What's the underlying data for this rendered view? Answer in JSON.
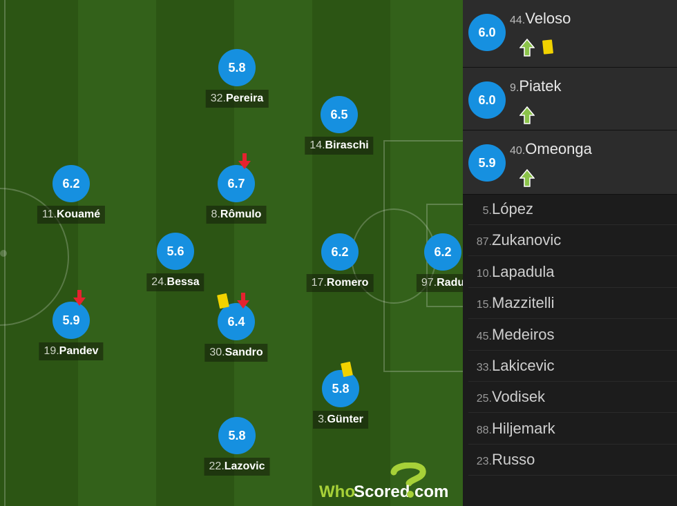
{
  "pitch_players": [
    {
      "num": "32.",
      "name": "Pereira",
      "rating": "5.8",
      "events": []
    },
    {
      "num": "14.",
      "name": "Biraschi",
      "rating": "6.5",
      "events": []
    },
    {
      "num": "11.",
      "name": "Kouamé",
      "rating": "6.2",
      "events": []
    },
    {
      "num": "8.",
      "name": "Rômulo",
      "rating": "6.7",
      "events": [
        "sub-off-arrow"
      ]
    },
    {
      "num": "24.",
      "name": "Bessa",
      "rating": "5.6",
      "events": []
    },
    {
      "num": "17.",
      "name": "Romero",
      "rating": "6.2",
      "events": []
    },
    {
      "num": "97.",
      "name": "Radu",
      "rating": "6.2",
      "events": []
    },
    {
      "num": "19.",
      "name": "Pandev",
      "rating": "5.9",
      "events": [
        "sub-off-arrow"
      ]
    },
    {
      "num": "30.",
      "name": "Sandro",
      "rating": "6.4",
      "events": [
        "yellow-card",
        "sub-off-arrow"
      ]
    },
    {
      "num": "3.",
      "name": "Günter",
      "rating": "5.8",
      "events": [
        "yellow-card"
      ]
    },
    {
      "num": "22.",
      "name": "Lazovic",
      "rating": "5.8",
      "events": []
    }
  ],
  "substitutes_used": [
    {
      "num": "44.",
      "name": "Veloso",
      "rating": "6.0",
      "events": [
        "sub-on-arrow",
        "yellow-card"
      ]
    },
    {
      "num": "9.",
      "name": "Piatek",
      "rating": "6.0",
      "events": [
        "sub-on-arrow"
      ]
    },
    {
      "num": "40.",
      "name": "Omeonga",
      "rating": "5.9",
      "events": [
        "sub-on-arrow"
      ]
    }
  ],
  "bench": [
    {
      "num": "5.",
      "name": "López"
    },
    {
      "num": "87.",
      "name": "Zukanovic"
    },
    {
      "num": "10.",
      "name": "Lapadula"
    },
    {
      "num": "15.",
      "name": "Mazzitelli"
    },
    {
      "num": "45.",
      "name": "Medeiros"
    },
    {
      "num": "33.",
      "name": "Lakicevic"
    },
    {
      "num": "25.",
      "name": "Vodisek"
    },
    {
      "num": "88.",
      "name": "Hiljemark"
    },
    {
      "num": "23.",
      "name": "Russo"
    }
  ],
  "logo": {
    "text": "WhoScored.com"
  },
  "colors": {
    "rating_bg": "#1690e0",
    "sub_on": "#8bc34a",
    "sub_off": "#e5222f",
    "yellow_card": "#f1d200"
  }
}
